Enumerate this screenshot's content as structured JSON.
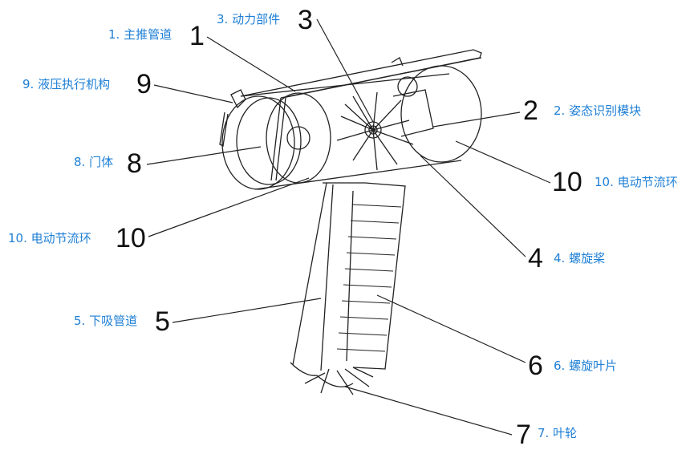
{
  "parts": [
    {
      "id": "p1",
      "number": "1",
      "label": "1. 主推管道"
    },
    {
      "id": "p2",
      "number": "2",
      "label": "2. 姿态识别模块"
    },
    {
      "id": "p3",
      "number": "3",
      "label": "3. 动力部件"
    },
    {
      "id": "p4",
      "number": "4",
      "label": "4. 螺旋桨"
    },
    {
      "id": "p5",
      "number": "5",
      "label": "5. 下吸管道"
    },
    {
      "id": "p6",
      "number": "6",
      "label": "6. 螺旋叶片"
    },
    {
      "id": "p7",
      "number": "7",
      "label": "7. 叶轮"
    },
    {
      "id": "p8",
      "number": "8",
      "label": "8. 门体"
    },
    {
      "id": "p9",
      "number": "9",
      "label": "9. 液压执行机构"
    },
    {
      "id": "p10l",
      "number": "10",
      "label": "10. 电动节流环"
    },
    {
      "id": "p10r",
      "number": "10",
      "label": "10. 电动节流环"
    }
  ],
  "colors": {
    "label": "#1e7fd6",
    "number": "#111111",
    "line": "#222222"
  }
}
